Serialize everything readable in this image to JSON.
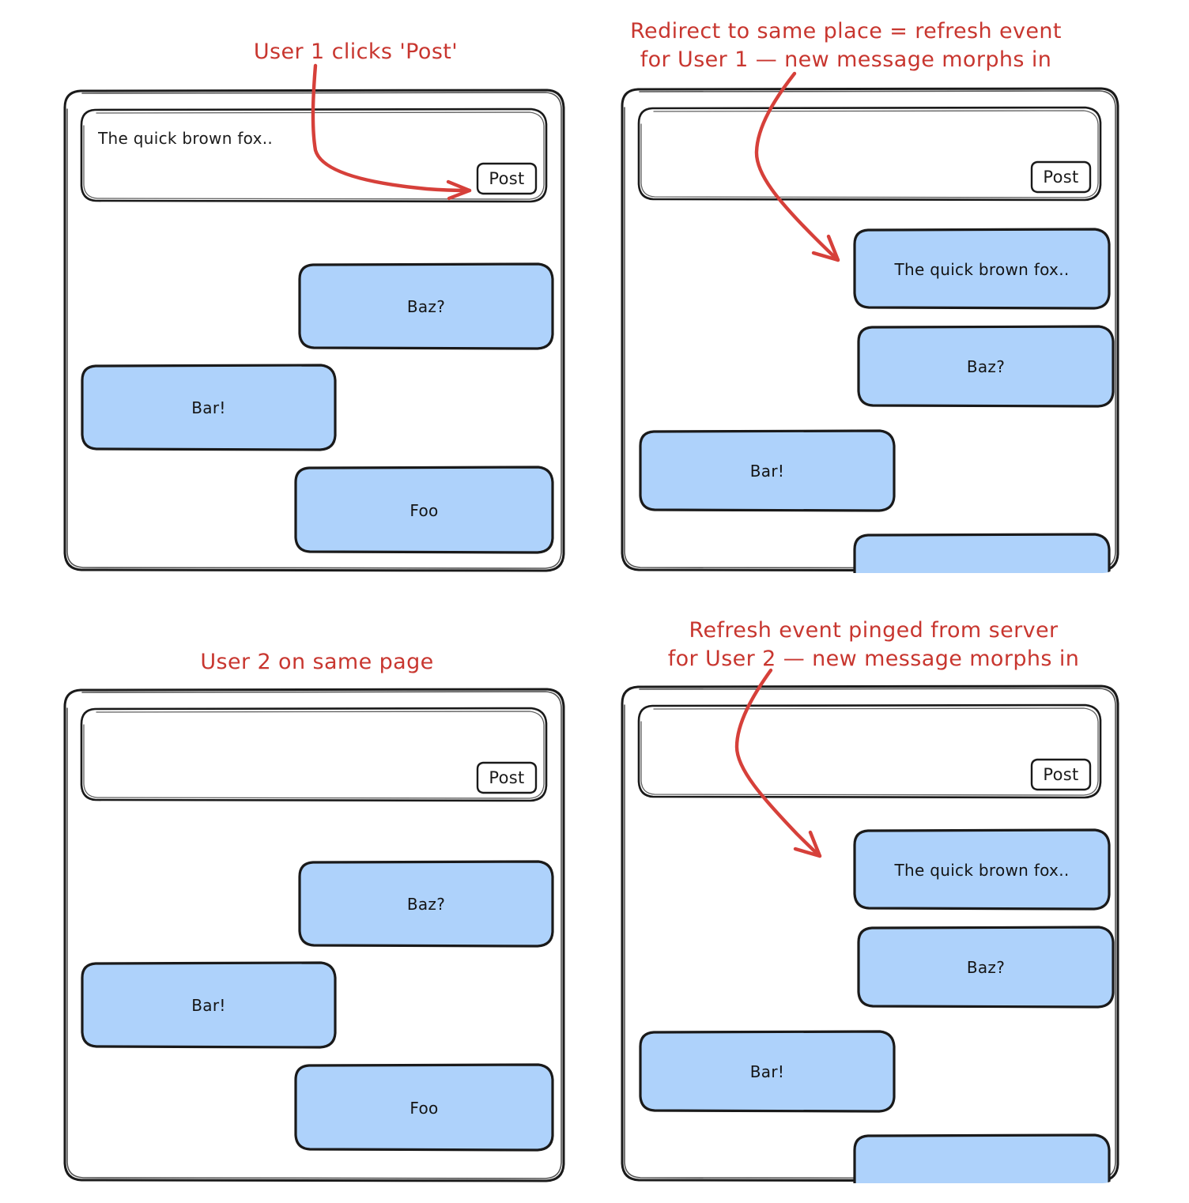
{
  "meta": {
    "bubble_fill": "#aed2fb",
    "bubble_stroke": "#1a1a1a",
    "annotation_color": "#c8362f",
    "panel_stroke": "#1a1a1a",
    "background": "#ffffff"
  },
  "annotations": [
    {
      "id": "a1",
      "text": "User 1 clicks 'Post'"
    },
    {
      "id": "a2",
      "text": "Redirect to same place = refresh event\nfor User 1 — new message morphs in"
    },
    {
      "id": "a3",
      "text": "User 2 on same page"
    },
    {
      "id": "a4",
      "text": "Refresh event pinged from server\nfor User 2 — new message morphs in"
    }
  ],
  "panels": [
    {
      "id": "panel-1",
      "name": "user-1-before-post",
      "composer": {
        "value": "The quick brown fox..",
        "placeholder": "",
        "post_label": "Post"
      },
      "messages": [
        {
          "text": "Baz?",
          "align": "right"
        },
        {
          "text": "Bar!",
          "align": "left"
        },
        {
          "text": "Foo",
          "align": "right"
        }
      ]
    },
    {
      "id": "panel-2",
      "name": "user-1-after-refresh",
      "composer": {
        "value": "",
        "placeholder": "",
        "post_label": "Post"
      },
      "messages": [
        {
          "text": "The quick brown fox..",
          "align": "right"
        },
        {
          "text": "Baz?",
          "align": "right"
        },
        {
          "text": "Bar!",
          "align": "left"
        },
        {
          "text": "",
          "align": "right"
        }
      ]
    },
    {
      "id": "panel-3",
      "name": "user-2-before-refresh",
      "composer": {
        "value": "",
        "placeholder": "",
        "post_label": "Post"
      },
      "messages": [
        {
          "text": "Baz?",
          "align": "right"
        },
        {
          "text": "Bar!",
          "align": "left"
        },
        {
          "text": "Foo",
          "align": "right"
        }
      ]
    },
    {
      "id": "panel-4",
      "name": "user-2-after-refresh",
      "composer": {
        "value": "",
        "placeholder": "",
        "post_label": "Post"
      },
      "messages": [
        {
          "text": "The quick brown fox..",
          "align": "right"
        },
        {
          "text": "Baz?",
          "align": "right"
        },
        {
          "text": "Bar!",
          "align": "left"
        },
        {
          "text": "",
          "align": "right"
        }
      ]
    }
  ]
}
